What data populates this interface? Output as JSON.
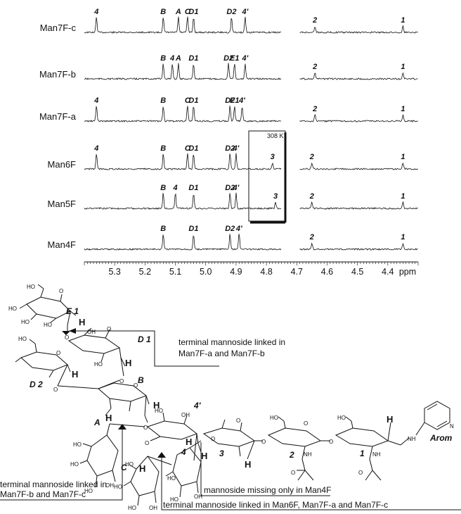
{
  "nmr": {
    "spectra": [
      {
        "label": "Man7F-c",
        "peaks": [
          {
            "label": "4",
            "ppm": 5.36
          },
          {
            "label": "B",
            "ppm": 5.14
          },
          {
            "label": "A",
            "ppm": 5.09
          },
          {
            "label": "C",
            "ppm": 5.06
          },
          {
            "label": "D1",
            "ppm": 5.04
          },
          {
            "label": "D2",
            "ppm": 4.915
          },
          {
            "label": "4'",
            "ppm": 4.87
          },
          {
            "label": "2",
            "ppm": 4.64
          },
          {
            "label": "1",
            "ppm": 4.35
          }
        ]
      },
      {
        "label": "Man7F-b",
        "peaks": [
          {
            "label": "B",
            "ppm": 5.14
          },
          {
            "label": "4",
            "ppm": 5.11
          },
          {
            "label": "A",
            "ppm": 5.09
          },
          {
            "label": "D1",
            "ppm": 5.04
          },
          {
            "label": "D2",
            "ppm": 4.925
          },
          {
            "label": "E1",
            "ppm": 4.905
          },
          {
            "label": "4'",
            "ppm": 4.87
          },
          {
            "label": "2",
            "ppm": 4.64
          },
          {
            "label": "1",
            "ppm": 4.35
          }
        ]
      },
      {
        "label": "Man7F-a",
        "peaks": [
          {
            "label": "4",
            "ppm": 5.36
          },
          {
            "label": "B",
            "ppm": 5.14
          },
          {
            "label": "C",
            "ppm": 5.06
          },
          {
            "label": "D1",
            "ppm": 5.04
          },
          {
            "label": "D2",
            "ppm": 4.92
          },
          {
            "label": "E1",
            "ppm": 4.905
          },
          {
            "label": "4'",
            "ppm": 4.88
          },
          {
            "label": "2",
            "ppm": 4.64
          },
          {
            "label": "1",
            "ppm": 4.35
          }
        ]
      },
      {
        "label": "Man6F",
        "peaks": [
          {
            "label": "4",
            "ppm": 5.36
          },
          {
            "label": "B",
            "ppm": 5.14
          },
          {
            "label": "C",
            "ppm": 5.06
          },
          {
            "label": "D1",
            "ppm": 5.04
          },
          {
            "label": "D2",
            "ppm": 4.92
          },
          {
            "label": "4'",
            "ppm": 4.9
          },
          {
            "label": "3",
            "ppm": 4.78
          },
          {
            "label": "2",
            "ppm": 4.65
          },
          {
            "label": "1",
            "ppm": 4.35
          }
        ]
      },
      {
        "label": "Man5F",
        "peaks": [
          {
            "label": "B",
            "ppm": 5.14
          },
          {
            "label": "4",
            "ppm": 5.1
          },
          {
            "label": "D1",
            "ppm": 5.04
          },
          {
            "label": "D2",
            "ppm": 4.92
          },
          {
            "label": "4'",
            "ppm": 4.9
          },
          {
            "label": "3",
            "ppm": 4.77
          },
          {
            "label": "2",
            "ppm": 4.65
          },
          {
            "label": "1",
            "ppm": 4.35
          }
        ]
      },
      {
        "label": "Man4F",
        "peaks": [
          {
            "label": "B",
            "ppm": 5.14
          },
          {
            "label": "D1",
            "ppm": 5.04
          },
          {
            "label": "D2",
            "ppm": 4.92
          },
          {
            "label": "4'",
            "ppm": 4.89
          },
          {
            "label": "2",
            "ppm": 4.65
          },
          {
            "label": "1",
            "ppm": 4.35
          }
        ]
      }
    ],
    "inset_temperature": "308 K",
    "axis": {
      "ticks": [
        "5.3",
        "5.2",
        "5.1",
        "5.0",
        "4.9",
        "4.8",
        "4.7",
        "4.6",
        "4.5",
        "4.4"
      ],
      "unit": "ppm",
      "range": [
        5.4,
        4.3
      ]
    }
  },
  "structure": {
    "residues": [
      "E 1",
      "D 1",
      "D 2",
      "B",
      "4'",
      "A",
      "C",
      "4",
      "3",
      "2",
      "1",
      "Arom"
    ],
    "atoms": {
      "ho": "HO",
      "oh": "OH",
      "o": "O",
      "h": "H",
      "nh": "NH",
      "n": "N"
    },
    "annotations": {
      "e1_line1": "terminal mannoside linked in",
      "e1_line2": "Man7F-a and Man7F-b",
      "a_line1": "terminal mannoside linked in",
      "a_line2": "Man7F-b and Man7F-c",
      "man4f_missing": "mannoside missing only in Man4F",
      "c_linked": "terminal mannoside linked in Man6F, Man7F-a and Man7F-c"
    }
  }
}
